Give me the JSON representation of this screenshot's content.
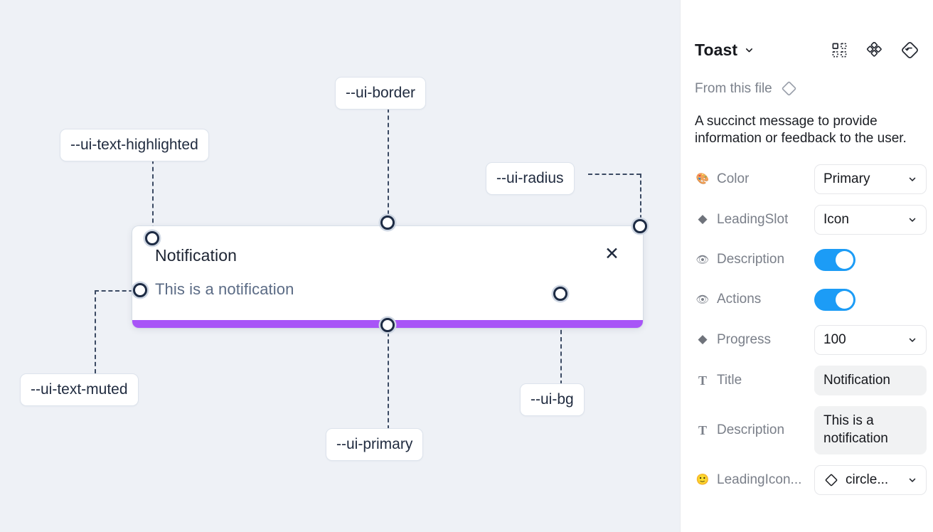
{
  "canvas": {
    "background_color": "#eef1f6",
    "toast": {
      "title": "Notification",
      "description": "This is a notification",
      "close_label": "✕",
      "progress_color": "#a855f7",
      "background_color": "#ffffff"
    },
    "tokens": [
      {
        "label": "--ui-text-highlighted"
      },
      {
        "label": "--ui-border"
      },
      {
        "label": "--ui-radius"
      },
      {
        "label": "--ui-text-muted"
      },
      {
        "label": "--ui-primary"
      },
      {
        "label": "--ui-bg"
      }
    ]
  },
  "panel": {
    "title": "Toast",
    "source_label": "From this file",
    "description": "A succinct message to provide information or feedback to the user.",
    "header_icons": [
      {
        "name": "component-grid-icon"
      },
      {
        "name": "variants-cluster-icon"
      },
      {
        "name": "reset-diamond-icon"
      }
    ],
    "rows": [
      {
        "icon": "🎨",
        "icon_kind": "emoji",
        "name": "palette-icon",
        "label": "Color",
        "control": "select",
        "value": "Primary"
      },
      {
        "icon": "◆",
        "icon_kind": "diamond",
        "name": "diamond-icon",
        "label": "LeadingSlot",
        "control": "select",
        "value": "Icon"
      },
      {
        "icon": "👁",
        "icon_kind": "emoji",
        "name": "eye-icon",
        "label": "Description",
        "control": "toggle",
        "value": "on"
      },
      {
        "icon": "👁",
        "icon_kind": "emoji",
        "name": "eye-icon",
        "label": "Actions",
        "control": "toggle",
        "value": "on"
      },
      {
        "icon": "◆",
        "icon_kind": "diamond",
        "name": "diamond-icon",
        "label": "Progress",
        "control": "select",
        "value": "100"
      },
      {
        "icon": "T",
        "icon_kind": "tglyph",
        "name": "text-icon",
        "label": "Title",
        "control": "text",
        "value": "Notification"
      },
      {
        "icon": "T",
        "icon_kind": "tglyph",
        "name": "text-icon",
        "label": "Description",
        "control": "text",
        "value": "This is a notification"
      },
      {
        "icon": "🙂",
        "icon_kind": "emoji",
        "name": "smiley-icon",
        "label": "LeadingIcon...",
        "control": "select-icon",
        "value": "circle..."
      }
    ]
  },
  "colors": {
    "accent_purple": "#a855f7",
    "toggle_blue": "#1c9cf6",
    "canvas_bg": "#eef1f6",
    "text_dark": "#1d2433",
    "text_muted": "#5b6b85"
  }
}
